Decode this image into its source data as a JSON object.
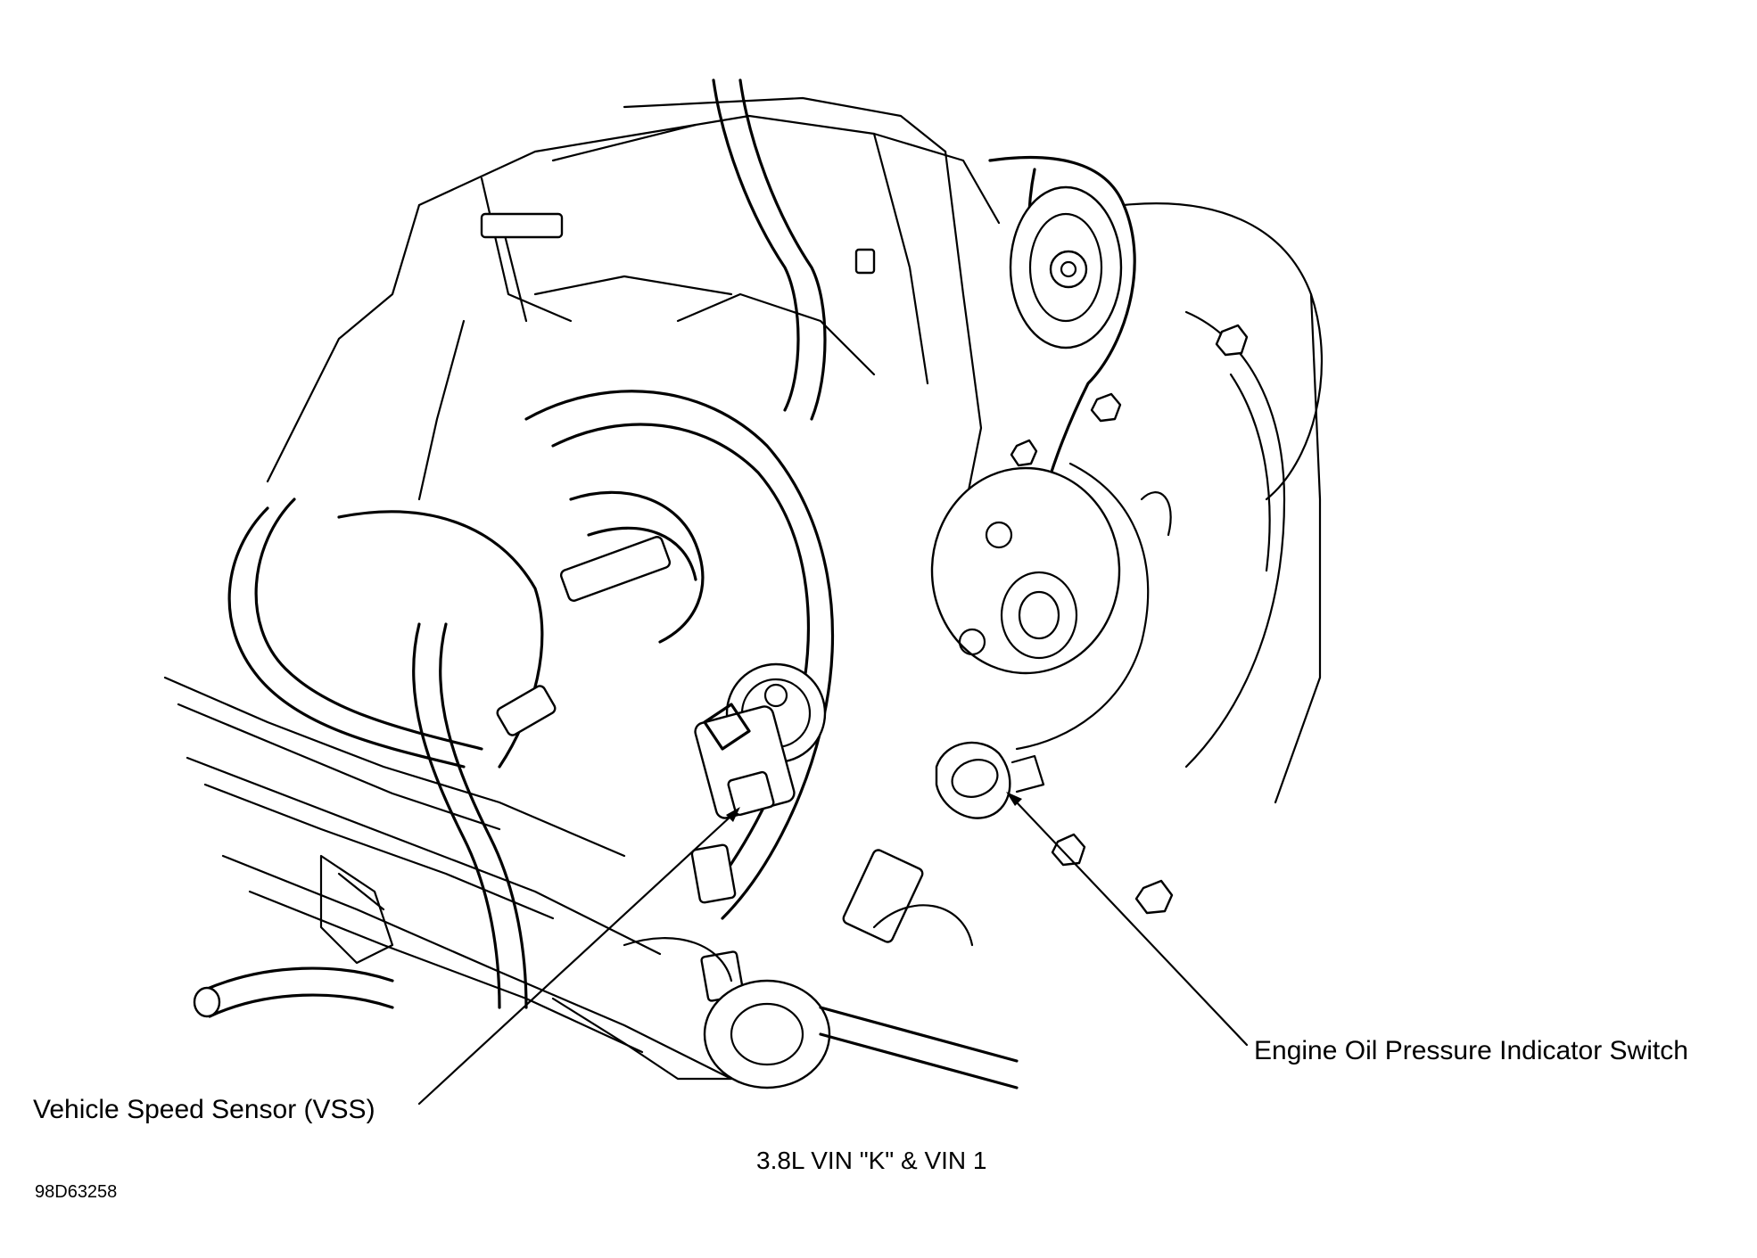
{
  "labels": {
    "oil_pressure_switch": "Engine Oil Pressure Indicator Switch",
    "vehicle_speed_sensor": "Vehicle Speed Sensor (VSS)"
  },
  "caption": "3.8L VIN \"K\" & VIN 1",
  "figure_id": "98D63258",
  "colors": {
    "line": "#000000",
    "background": "#ffffff"
  }
}
